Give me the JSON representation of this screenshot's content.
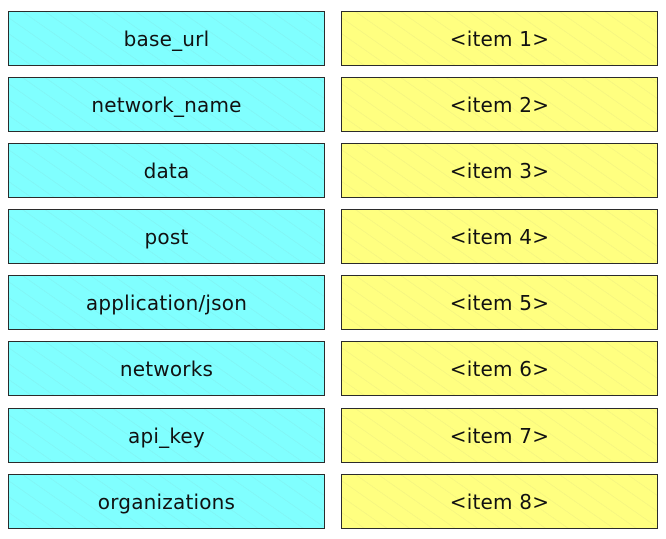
{
  "answers": [
    "base_url",
    "network_name",
    "data",
    "post",
    "application/json",
    "networks",
    "api_key",
    "organizations"
  ],
  "targets": [
    "<item 1>",
    "<item 2>",
    "<item 3>",
    "<item 4>",
    "<item 5>",
    "<item 6>",
    "<item 7>",
    "<item 8>"
  ],
  "colors": {
    "answer_bg": "#80ffff",
    "target_bg": "#ffff80",
    "border": "#2b2b2b"
  }
}
